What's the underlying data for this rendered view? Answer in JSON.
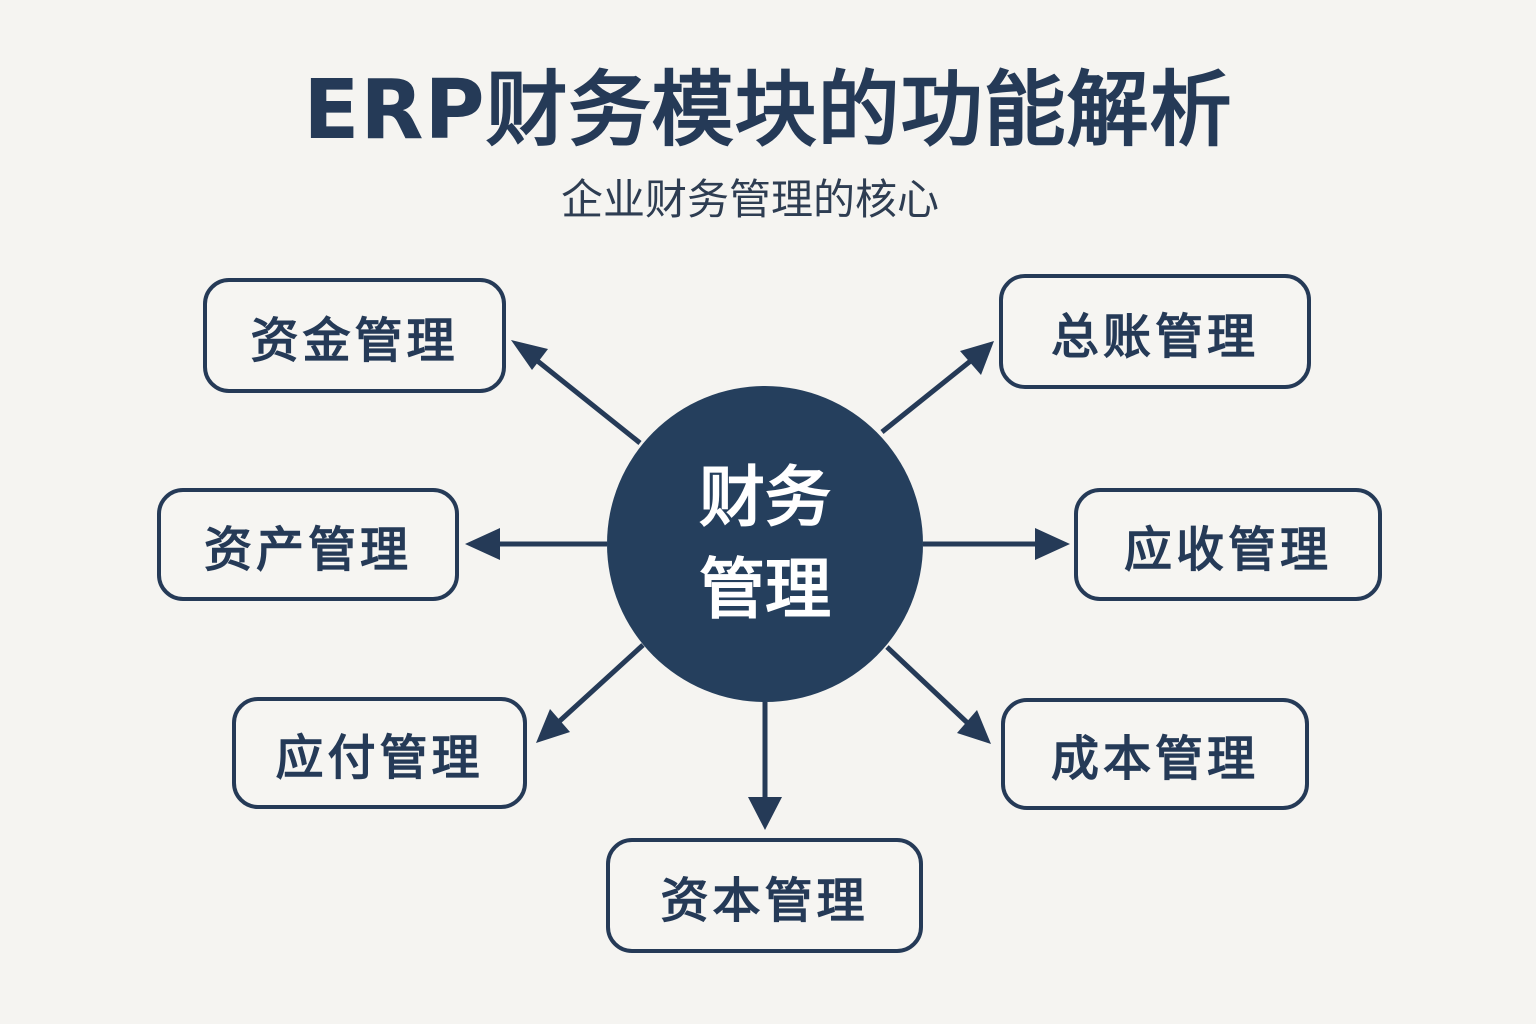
{
  "header": {
    "title": "ERP财务模块的功能解析",
    "subtitle": "企业财务管理的核心"
  },
  "hub": {
    "line1": "财务",
    "line2": "管理"
  },
  "modules": {
    "fund": "资金管理",
    "ledger": "总账管理",
    "asset": "资产管理",
    "receivable": "应收管理",
    "payable": "应付管理",
    "cost": "成本管理",
    "capital": "资本管理"
  },
  "colors": {
    "primary": "#253f5d",
    "background": "#f5f4f1"
  }
}
